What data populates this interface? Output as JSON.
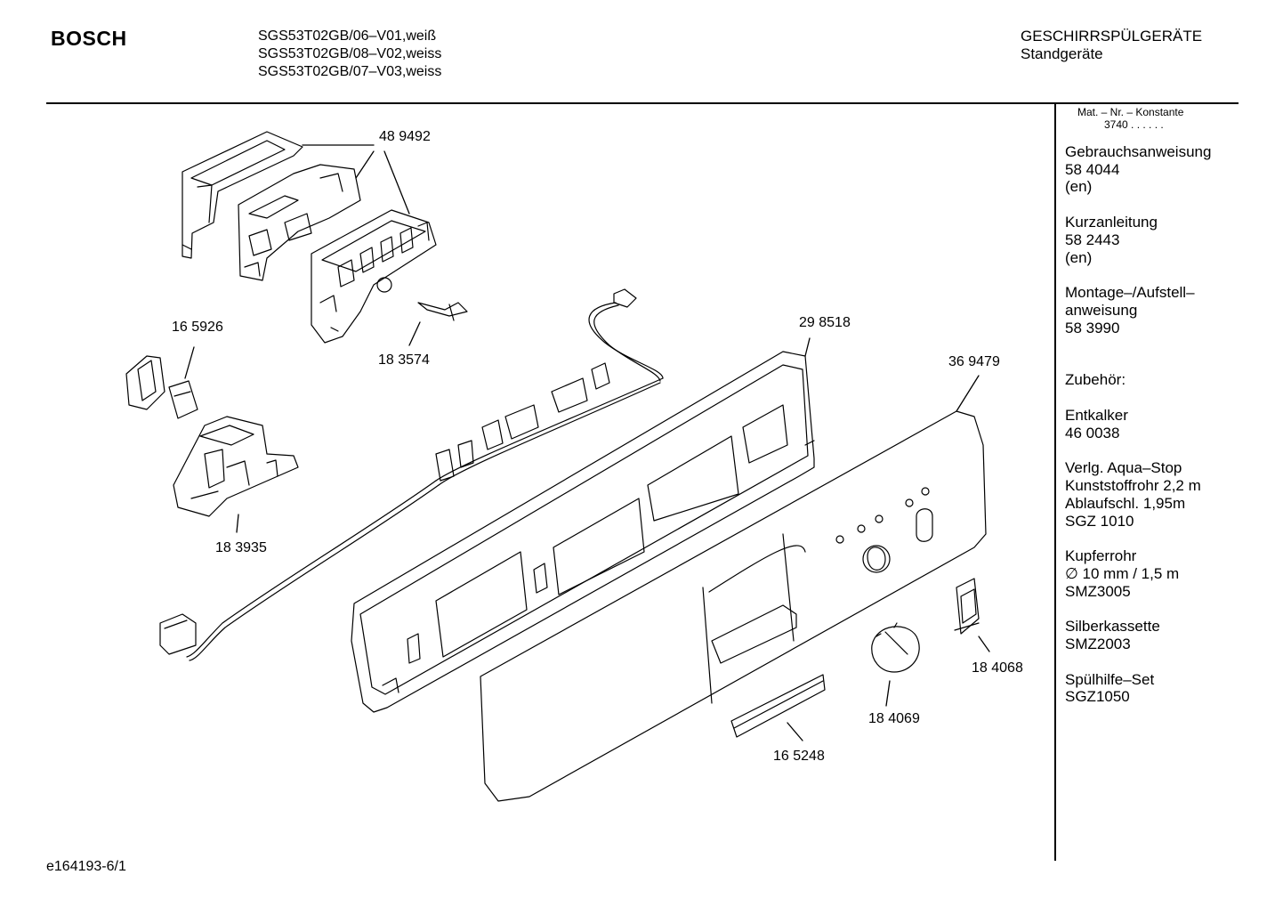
{
  "header": {
    "brand": "BOSCH",
    "models": [
      "SGS53T02GB/06–V01,weiß",
      "SGS53T02GB/08–V02,weiss",
      "SGS53T02GB/07–V03,weiss"
    ],
    "category_title": "GESCHIRRSPÜLGERÄTE",
    "category_sub": "Standgeräte"
  },
  "sidebar": {
    "konstante_label": "Mat. – Nr. – Konstante",
    "konstante_value": "3740 .  .  .  .  .  .",
    "gebrauch_title": "Gebrauchsanweisung",
    "gebrauch_nr": "58 4044",
    "gebrauch_lang": "(en)",
    "kurz_title": "Kurzanleitung",
    "kurz_nr": "58 2443",
    "kurz_lang": "(en)",
    "montage_title1": "Montage–/Aufstell–",
    "montage_title2": "anweisung",
    "montage_nr": "58 3990",
    "zubehoer": "Zubehör:",
    "entkalker_title": "Entkalker",
    "entkalker_nr": "46 0038",
    "aqua_l1": "Verlg. Aqua–Stop",
    "aqua_l2": "Kunststoffrohr 2,2 m",
    "aqua_l3": "Ablaufschl. 1,95m",
    "aqua_l4": "SGZ 1010",
    "kupfer_l1": "Kupferrohr",
    "kupfer_l2": "∅ 10 mm / 1,5 m",
    "kupfer_l3": "SMZ3005",
    "silber_l1": "Silberkassette",
    "silber_l2": "SMZ2003",
    "spul_l1": "Spülhilfe–Set",
    "spul_l2": "SGZ1050"
  },
  "parts": {
    "p489492": "48 9492",
    "p165926": "16 5926",
    "p183574": "18 3574",
    "p298518": "29 8518",
    "p369479": "36 9479",
    "p183935": "18 3935",
    "p184068": "18 4068",
    "p184069": "18 4069",
    "p165248": "16 5248"
  },
  "footer": {
    "diagram_id": "e164193-6/1"
  }
}
